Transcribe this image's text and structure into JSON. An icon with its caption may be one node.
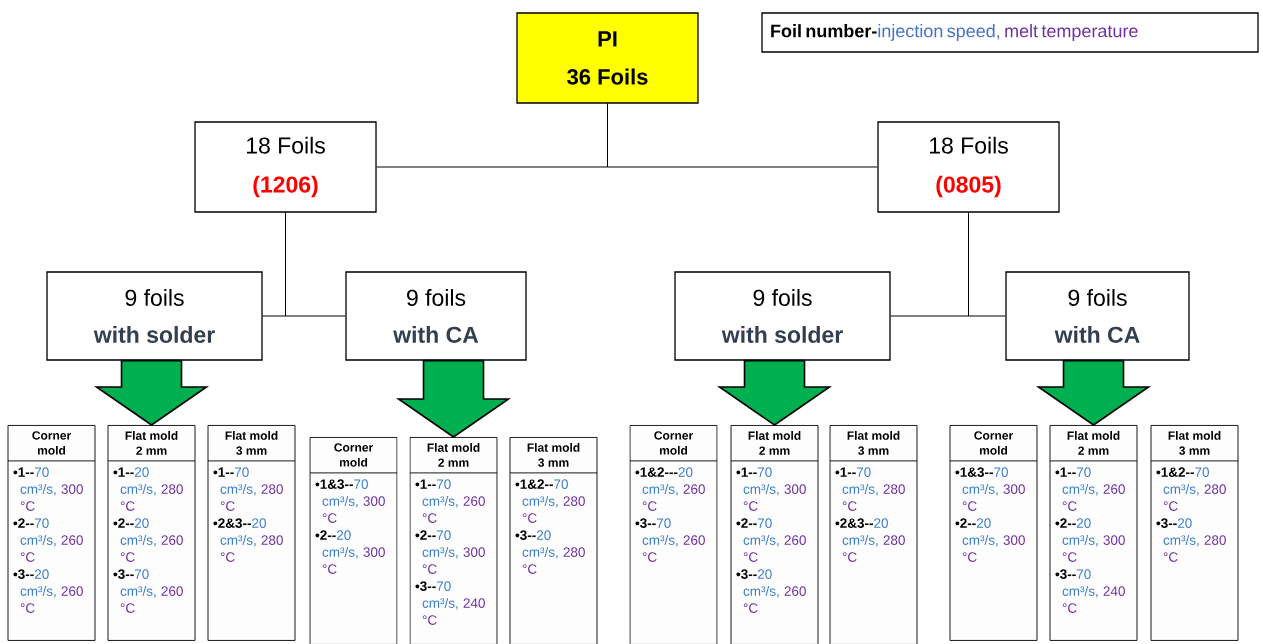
{
  "diagram": {
    "nodes": [
      {
        "text": [
          "PI",
          "36 Foils"
        ]
      },
      {
        "text": [
          "18 Foils",
          "(1206)"
        ]
      },
      {
        "text": [
          "18 Foils",
          "(0805)"
        ]
      },
      {
        "text": [
          "9 foils",
          "with solder"
        ]
      },
      {
        "text": [
          "9 foils",
          "with CA"
        ]
      },
      {
        "text": [
          "9 foils",
          "with solder"
        ]
      },
      {
        "text": [
          "9 foils",
          "with CA"
        ]
      },
      {
        "text": [
          "Corner mold",
          "•1--",
          "70 cm³/s,",
          "300 °C",
          "•2--",
          "70 cm³/s,",
          "260 °C",
          "•3--",
          "20 cm³/s,",
          "260 °C"
        ]
      },
      {
        "text": [
          "Flat mold 2 mm",
          "•1--",
          "20 cm³/s,",
          "280 °C",
          "•2--",
          "20 cm³/s,",
          "260 °C",
          "•3--",
          "70 cm³/s,",
          "260 °C"
        ]
      },
      {
        "text": [
          "Flat mold 3 mm",
          "•1--",
          "70 cm³/s,",
          "280 °C",
          "•2&3--",
          "20 cm³/s,",
          "280 °C"
        ]
      },
      {
        "text": [
          "Corner mold",
          "•1&3--",
          "70 cm³/s,",
          "300 °C",
          "•2--",
          "20 cm³/s,",
          "300 °C"
        ]
      },
      {
        "text": [
          "Flat mold 2 mm",
          "•1--",
          "70 cm³/s,",
          "260 °C",
          "•2--",
          "70 cm³/s,",
          "300 °C",
          "•3--",
          "70 cm³/s,",
          "240 °C"
        ]
      },
      {
        "text": [
          "Flat mold 3 mm",
          "•1&2--",
          "70 cm³/s,",
          "280 °C",
          "•3--",
          "20 cm³/s,",
          "280 °C"
        ]
      },
      {
        "text": [
          "Corner mold",
          "•1&2---",
          "20 cm³/s,",
          "260 °C",
          "•3--",
          "70 cm³/s,",
          "260 °C"
        ]
      },
      {
        "text": [
          "Flat mold 2 mm",
          "•1--",
          "70 cm³/s,",
          "300 °C",
          "•2--",
          "70 cm³/s,",
          "260 °C",
          "•3--",
          "20 cm³/s,",
          "260 °C"
        ]
      },
      {
        "text": [
          "Flat mold 3 mm",
          "•1--",
          "70 cm³/s,",
          "280 °C",
          "•2&3--",
          "20 cm³/s,",
          "280 °C"
        ]
      },
      {
        "text": [
          "Corner mold",
          "•1&3--",
          "70 cm³/s,",
          "300 °C",
          "•2--",
          "20 cm³/s,",
          "300 °C"
        ]
      },
      {
        "text": [
          "Flat mold 2 mm",
          "•1--",
          "70 cm³/s,",
          "260 °C",
          "•2--",
          "20 cm³/s,",
          "300 °C",
          "•3--",
          "70 cm³/s,",
          "240 °C"
        ]
      },
      {
        "text": [
          "Flat mold 3 mm",
          "•1&2--",
          "70 cm³/s,",
          "280 °C",
          "•3--",
          "20 cm³/s,",
          "280 °C"
        ]
      },
      {
        "text": [
          "Foil number-",
          "injection speed,",
          "melt temperature"
        ]
      }
    ],
    "edges": [
      {
        "from": 0,
        "to": 1,
        "arrow": "none"
      },
      {
        "from": 0,
        "to": 2,
        "arrow": "none"
      },
      {
        "from": 1,
        "to": 3,
        "arrow": "none"
      },
      {
        "from": 1,
        "to": 4,
        "arrow": "none"
      },
      {
        "from": 2,
        "to": 5,
        "arrow": "none"
      },
      {
        "from": 2,
        "to": 6,
        "arrow": "none"
      },
      {
        "from": 3,
        "to": 8,
        "arrow": "to",
        "style": "thick",
        "color": "#00b050"
      },
      {
        "from": 4,
        "to": 11,
        "arrow": "to",
        "style": "thick",
        "color": "#00b050"
      },
      {
        "from": 5,
        "to": 14,
        "arrow": "to",
        "style": "thick",
        "color": "#00b050"
      },
      {
        "from": 6,
        "to": 17,
        "arrow": "to",
        "style": "thick",
        "color": "#00b050"
      }
    ]
  }
}
